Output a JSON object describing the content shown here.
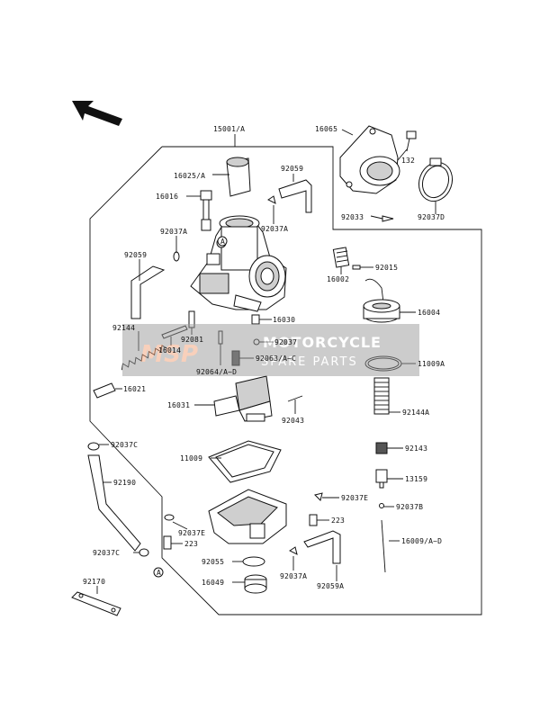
{
  "watermark": {
    "line1": "MOTORCYCLE",
    "line2": "SPARE PARTS",
    "logo": "MSP"
  },
  "labels": {
    "p15001": "15001/A",
    "p16065": "16065",
    "p132": "132",
    "p16025": "16025/A",
    "p92059_top": "92059",
    "p16016": "16016",
    "p92037A_left": "92037A",
    "p92037A_mid": "92037A",
    "p92033": "92033",
    "p92037D": "92037D",
    "p92059_left": "92059",
    "p16002": "16002",
    "p92015": "92015",
    "p16004": "16004",
    "p92144": "92144",
    "p92081": "92081",
    "p16014": "16014",
    "p16030": "16030",
    "p92037": "92037",
    "p92063": "92063/A~C",
    "p92064": "92064/A~D",
    "p11009A": "11009A",
    "p16021": "16021",
    "p16031": "16031",
    "p92043": "92043",
    "p92144A": "92144A",
    "p92037C_top": "92037C",
    "p92143": "92143",
    "p11009": "11009",
    "p13159": "13159",
    "p92190": "92190",
    "p92037E_right": "92037E",
    "p92037B": "92037B",
    "p223_right": "223",
    "p92037E_left": "92037E",
    "p223_left": "223",
    "p16009": "16009/A~D",
    "p92037C_bot": "92037C",
    "p92055": "92055",
    "p92037A_bot": "92037A",
    "p16049": "16049",
    "p92059A": "92059A",
    "p92170": "92170",
    "callout_a": "A"
  },
  "icons": {
    "direction_arrow": "front-direction-arrow-icon"
  }
}
